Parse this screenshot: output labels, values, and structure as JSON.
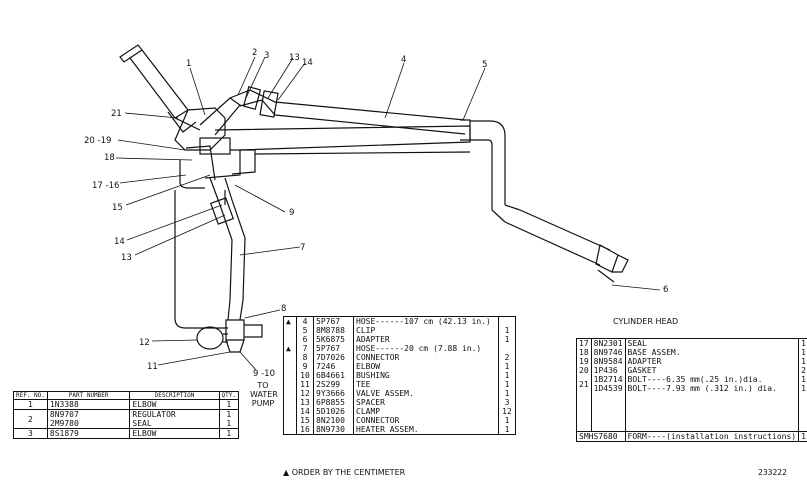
{
  "callouts": {
    "c1": "1",
    "c2": "2",
    "c3": "3",
    "c13a": "13",
    "c14a": "14",
    "c4": "4",
    "c5": "5",
    "c21": "21",
    "c20_19": "20 -19",
    "c18": "18",
    "c17_16": "17 -16",
    "c15": "15",
    "c9": "9",
    "c14b": "14",
    "c13b": "13",
    "c7": "7",
    "c8": "8",
    "c12": "12",
    "c11": "11",
    "c9_10": "9 -10",
    "c6": "6"
  },
  "labels": {
    "to_water_pump_1": "TO",
    "to_water_pump_2": "WATER",
    "to_water_pump_3": "PUMP",
    "cylinder_head": "CYLINDER HEAD",
    "footnote": "▲ ORDER BY THE CENTIMETER",
    "figure_number": "233222"
  },
  "left_table": {
    "headers": {
      "ref": "REF. NO.",
      "part": "PART NUMBER",
      "desc": "DESCRIPTION",
      "qty": "QTY."
    },
    "rows": [
      {
        "ref": "1",
        "part": "1N3388",
        "desc": "ELBOW",
        "qty": "1"
      },
      {
        "ref": "2",
        "part": "8N9707",
        "desc": "REGULATOR",
        "qty": "1"
      },
      {
        "ref": "",
        "part": "2M9780",
        "desc": "SEAL",
        "qty": "1"
      },
      {
        "ref": "3",
        "part": "8S1879",
        "desc": "ELBOW",
        "qty": "1"
      }
    ],
    "group_ref": "2"
  },
  "mid_table": {
    "rows": [
      {
        "mark": "▲",
        "ref": "4",
        "part": "5P767",
        "desc": "HOSE------107 cm (42.13 in.)",
        "qty": ""
      },
      {
        "mark": "",
        "ref": "5",
        "part": "8M8788",
        "desc": "CLIP",
        "qty": "1"
      },
      {
        "mark": "",
        "ref": "6",
        "part": "5K6875",
        "desc": "ADAPTER",
        "qty": "1"
      },
      {
        "mark": "▲",
        "ref": "7",
        "part": "5P767",
        "desc": "HOSE------20 cm (7.88 in.)",
        "qty": ""
      },
      {
        "mark": "",
        "ref": "8",
        "part": "7D7026",
        "desc": "CONNECTOR",
        "qty": "2"
      },
      {
        "mark": "",
        "ref": "9",
        "part": "7246",
        "desc": "ELBOW",
        "qty": "1"
      },
      {
        "mark": "",
        "ref": "10",
        "part": "6B4661",
        "desc": "BUSHING",
        "qty": "1"
      },
      {
        "mark": "",
        "ref": "11",
        "part": "2S299",
        "desc": "TEE",
        "qty": "1"
      },
      {
        "mark": "",
        "ref": "12",
        "part": "9Y3666",
        "desc": "VALVE ASSEM.",
        "qty": "1"
      },
      {
        "mark": "",
        "ref": "13",
        "part": "6P8855",
        "desc": "SPACER",
        "qty": "3"
      },
      {
        "mark": "",
        "ref": "14",
        "part": "5D1026",
        "desc": "CLAMP",
        "qty": "12"
      },
      {
        "mark": "",
        "ref": "15",
        "part": "8N2100",
        "desc": "CONNECTOR",
        "qty": "1"
      },
      {
        "mark": "",
        "ref": "16",
        "part": "8N9730",
        "desc": "HEATER ASSEM.",
        "qty": "1"
      }
    ]
  },
  "right_table": {
    "rows": [
      {
        "ref": "17",
        "part": "8N2301",
        "desc": "SEAL",
        "qty": "1"
      },
      {
        "ref": "18",
        "part": "8N9746",
        "desc": "BASE ASSEM.",
        "qty": "1"
      },
      {
        "ref": "19",
        "part": "8N9584",
        "desc": "ADAPTER",
        "qty": "1"
      },
      {
        "ref": "20",
        "part": "1P436",
        "desc": "GASKET",
        "qty": "2"
      },
      {
        "ref": "",
        "part": "1B2714",
        "desc": "BOLT----6.35 mm(.25 in.)dia.",
        "qty": "1"
      },
      {
        "ref": "",
        "part": "1D4539",
        "desc": "BOLT----7.93 mm (.312 in.) dia.",
        "qty": "1"
      }
    ],
    "group_ref": "21",
    "form": {
      "part": "SMHS7680",
      "desc": "FORM----(installation instructions)",
      "qty": "1"
    }
  }
}
